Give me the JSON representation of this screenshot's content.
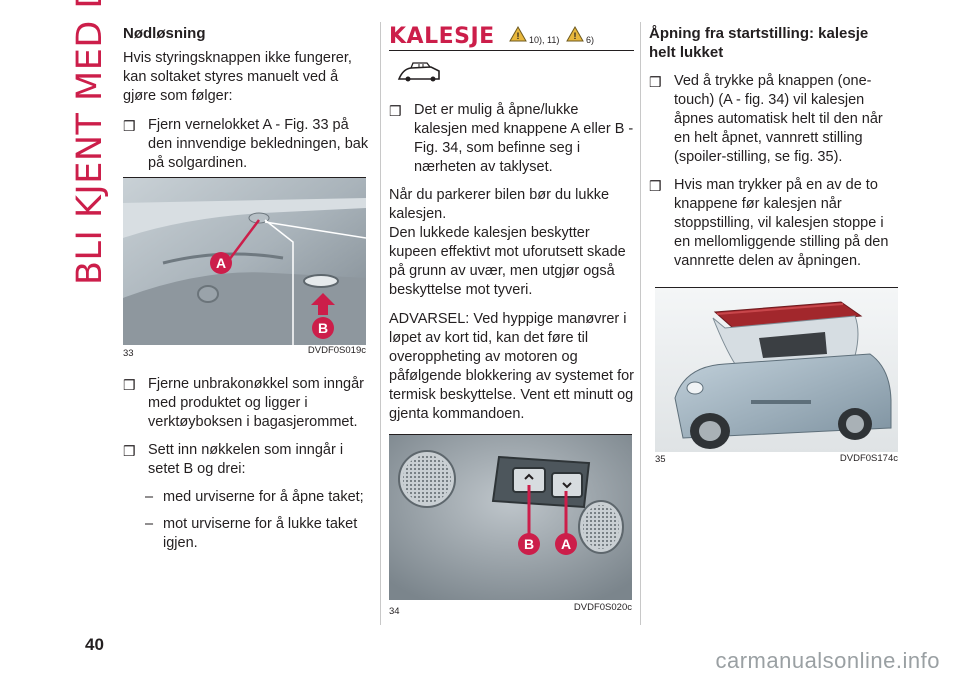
{
  "side_title": "BLI KJENT MED DIN BIL",
  "page_number": "40",
  "col1": {
    "heading": "Nødløsning",
    "intro": "Hvis styringsknappen ikke fungerer, kan soltaket styres manuelt ved å gjøre som følger:",
    "bullet1": "Fjern vernelokket A - Fig. 33 på den innvendige bekledningen, bak på solgardinen.",
    "fig_num": "33",
    "fig_code": "DVDF0S019c",
    "label_a": "A",
    "label_b": "B",
    "bullet2": "Fjerne unbrakonøkkel som inngår med produktet og ligger i verktøyboksen i bagasjerommet.",
    "bullet3": "Sett inn nøkkelen som inngår i setet B og drei:",
    "dash1": "med urviserne for å åpne taket;",
    "dash2": "mot urviserne for å lukke taket igjen."
  },
  "col2": {
    "title": "KALESJE",
    "warn1": "10), 11)",
    "warn2": "6)",
    "bullet1": "Det er mulig å åpne/lukke kalesjen med knappene A eller B - Fig. 34, som befinne seg i nærheten av taklyset.",
    "p1": "Når du parkerer bilen bør du lukke kalesjen.",
    "p2": "Den lukkede kalesjen beskytter kupeen effektivt mot uforutsett skade på grunn av uvær, men utgjør også beskyttelse mot tyveri.",
    "p3": "ADVARSEL: Ved hyppige manøvrer i løpet av kort tid, kan det føre til overoppheting av motoren og påfølgende blokkering av systemet for termisk beskyttelse. Vent ett minutt og gjenta kommandoen.",
    "fig_num": "34",
    "fig_code": "DVDF0S020c",
    "label_b": "B",
    "label_a": "A"
  },
  "col3": {
    "heading": "Åpning fra startstilling: kalesje helt lukket",
    "bullet1": "Ved å trykke på knappen (one-touch) (A - fig. 34) vil kalesjen åpnes automatisk helt til den når en helt åpnet, vannrett stilling (spoiler-stilling, se fig. 35).",
    "bullet2": "Hvis man trykker på en av de to knappene før kalesjen når stoppstilling, vil kalesjen stoppe i en mellomliggende stilling på den vannrette delen av åpningen.",
    "fig_num": "35",
    "fig_code": "DVDF0S174c"
  },
  "bullet_glyph": "❒",
  "dash_glyph": "–",
  "watermark": "carmanualsonline.info",
  "colors": {
    "accent": "#cc1e4a",
    "text": "#231f20"
  },
  "icons": [
    "warning-icon",
    "car-roof-icon"
  ]
}
